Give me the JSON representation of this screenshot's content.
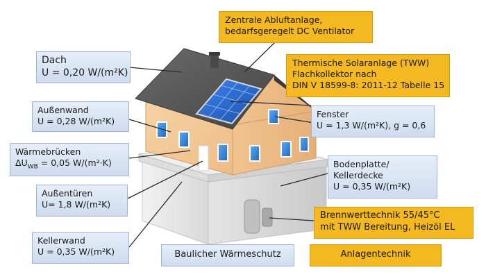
{
  "labels": {
    "dach": {
      "title": "Dach",
      "value": "U = 0,20 W/(m²K)"
    },
    "aussenwand": {
      "title": "Außenwand",
      "value": "U = 0,28 W/(m²K)"
    },
    "waermebruecken": {
      "title": "Wärmebrücken",
      "value_prefix": "ΔU",
      "value_sub": "WB",
      "value_rest": " = 0,05 W/(m²·K)"
    },
    "aussentueren": {
      "title": "Außentüren",
      "value": "U=  1,8 W/(m²K)"
    },
    "kellerwand": {
      "title": "Kellerwand",
      "value": "U = 0,35 W/(m²K)"
    },
    "fenster": {
      "title": "Fenster",
      "value": "U = 1,3 W/(m²K), g = 0,6"
    },
    "bodenplatte": {
      "title": "Bodenplatte/",
      "line2": "Kellerdecke",
      "value": "U = 0,35 W/(m²K)"
    },
    "baulicher": {
      "text": "Baulicher Wärmeschutz"
    },
    "abluft": {
      "line1": "Zentrale Abluftanlage,",
      "line2": "bedarfsgeregelt DC Ventilator"
    },
    "solar": {
      "line1": "Thermische Solaranlage (TWW)",
      "line2": "Flachkollektor nach",
      "line3": "DIN V 18599-8: 2011-12 Tabelle 15"
    },
    "brennwert": {
      "line1": "Brennwerttechnik 55/45°C",
      "line2": "mit TWW Bereitung, Heizöl EL"
    },
    "anlagentechnik": {
      "text": "Anlagentechnik"
    }
  },
  "colors": {
    "blue_box": "#dce6f3",
    "orange_box": "#f4b820",
    "wall": "#f3c995",
    "roof": "#5b5b5b",
    "solar_panel": "#2f6fd6"
  }
}
